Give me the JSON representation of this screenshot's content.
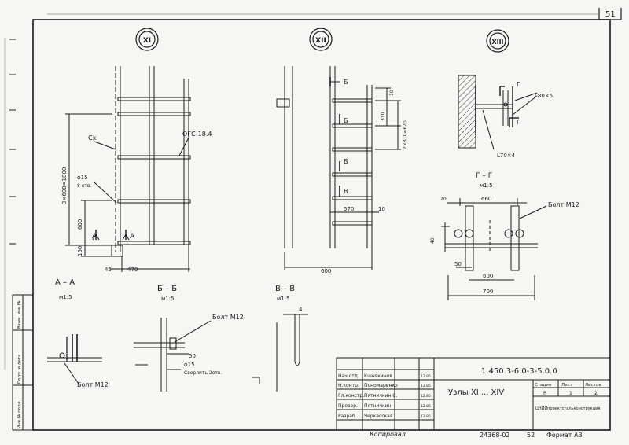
{
  "sheet_number": "51",
  "nodes": {
    "xi": "XI",
    "xii": "XII",
    "xiii": "XIII"
  },
  "xi": {
    "cx": "Cx",
    "ogs": "ОГС-18.4",
    "dim_height": "3×600=1800",
    "hole": "ϕ15",
    "holes_count": "8 отв.",
    "dim_600": "600",
    "dim_150": "150",
    "dim_45": "45",
    "dim_470": "470",
    "section_left": "A",
    "section_right": "A"
  },
  "xii": {
    "b1": "Б",
    "b2": "Б",
    "v1": "В",
    "v2": "В",
    "dim_10a": "10",
    "dim_310": "310",
    "dim_2x310": "2×310=620",
    "dim_570": "570",
    "dim_10b": "10",
    "dim_600": "600"
  },
  "xiii": {
    "g1": "Г",
    "g2": "Г",
    "angle_80": "L80×5",
    "angle_70": "L70×4"
  },
  "section_gg": {
    "title": "Г – Г",
    "scale": "м1:5",
    "dim_660": "660",
    "dim_20": "20",
    "dim_40": "40",
    "dim_50": "50",
    "dim_600": "600",
    "dim_700": "700",
    "bolt": "Болт М12"
  },
  "section_aa": {
    "title": "А – А",
    "scale": "м1:5",
    "bolt": "Болт М12"
  },
  "section_bb": {
    "title": "Б – Б",
    "scale": "м1:5",
    "bolt": "Болт М12",
    "dim_50": "50",
    "hole": "ϕ15",
    "drill": "Сверлить 2отв."
  },
  "section_vv": {
    "title": "В – В",
    "scale": "м1:5",
    "dim_4": "4"
  },
  "side_stamp": {
    "c1": "Взам. инв.№",
    "c2": "Подп. и дата",
    "c3": "Инв.№ подл."
  },
  "title_block": {
    "code": "1.450.3-6.0-3-5.0.0",
    "title": "Узлы XI ... XIV",
    "h_stage": "Стадия",
    "h_sheet": "Лист",
    "h_sheets": "Листов",
    "stage": "Р",
    "sheet": "1",
    "sheets": "2",
    "org": "ЦНИИпроектстальконструкция",
    "rows": [
      {
        "role": "Нач.отд.",
        "name": "Кшнякинов",
        "date": "12.85"
      },
      {
        "role": "Н.контр.",
        "name": "Пономаренко",
        "date": "12.85"
      },
      {
        "role": "Гл.констр.",
        "name": "Пятничкин С.",
        "date": "12.85"
      },
      {
        "role": "Провер.",
        "name": "Пятничкин",
        "date": "12.85"
      },
      {
        "role": "Разраб.",
        "name": "Черкасская",
        "date": "12.85"
      }
    ]
  },
  "footer": {
    "copied": "Копировал",
    "inv": "24368-02",
    "num": "52",
    "format": "Формат А3"
  }
}
